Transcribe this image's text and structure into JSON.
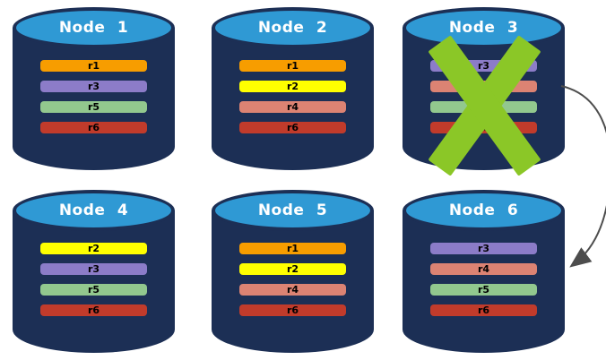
{
  "diagram": {
    "title": "database-node-replication-failover-diagram",
    "background": "#FFFFFF",
    "arrow": {
      "name": "failover-arrow",
      "from": "node-3",
      "to": "node-6",
      "color": "#4D4D4D"
    }
  },
  "colors": {
    "cylinder_body": "#1C2F55",
    "cylinder_top": "#2F99D4",
    "node_title_text": "#FFFFFF",
    "replica_label_text": "#000000",
    "failure_cross": "#8BC727",
    "replicas": {
      "r1": "#F79D00",
      "r2": "#FFFF00",
      "r3": "#8C7CC8",
      "r4": "#DC8373",
      "r5": "#92C88E",
      "r6": "#C13B2B"
    }
  },
  "nodes": [
    {
      "id": "node-1",
      "label": "Node 1",
      "replicas": [
        "r1",
        "r3",
        "r5",
        "r6"
      ],
      "failed": false
    },
    {
      "id": "node-2",
      "label": "Node 2",
      "replicas": [
        "r1",
        "r2",
        "r4",
        "r6"
      ],
      "failed": false
    },
    {
      "id": "node-3",
      "label": "Node 3",
      "replicas": [
        "r3",
        "r4",
        "r5",
        "r6"
      ],
      "failed": true
    },
    {
      "id": "node-4",
      "label": "Node 4",
      "replicas": [
        "r2",
        "r3",
        "r5",
        "r6"
      ],
      "failed": false
    },
    {
      "id": "node-5",
      "label": "Node 5",
      "replicas": [
        "r1",
        "r2",
        "r4",
        "r6"
      ],
      "failed": false
    },
    {
      "id": "node-6",
      "label": "Node 6",
      "replicas": [
        "r3",
        "r4",
        "r5",
        "r6"
      ],
      "failed": false
    }
  ],
  "layout": {
    "column_lefts": [
      14,
      236,
      449
    ],
    "row_tops": [
      8,
      212
    ]
  }
}
